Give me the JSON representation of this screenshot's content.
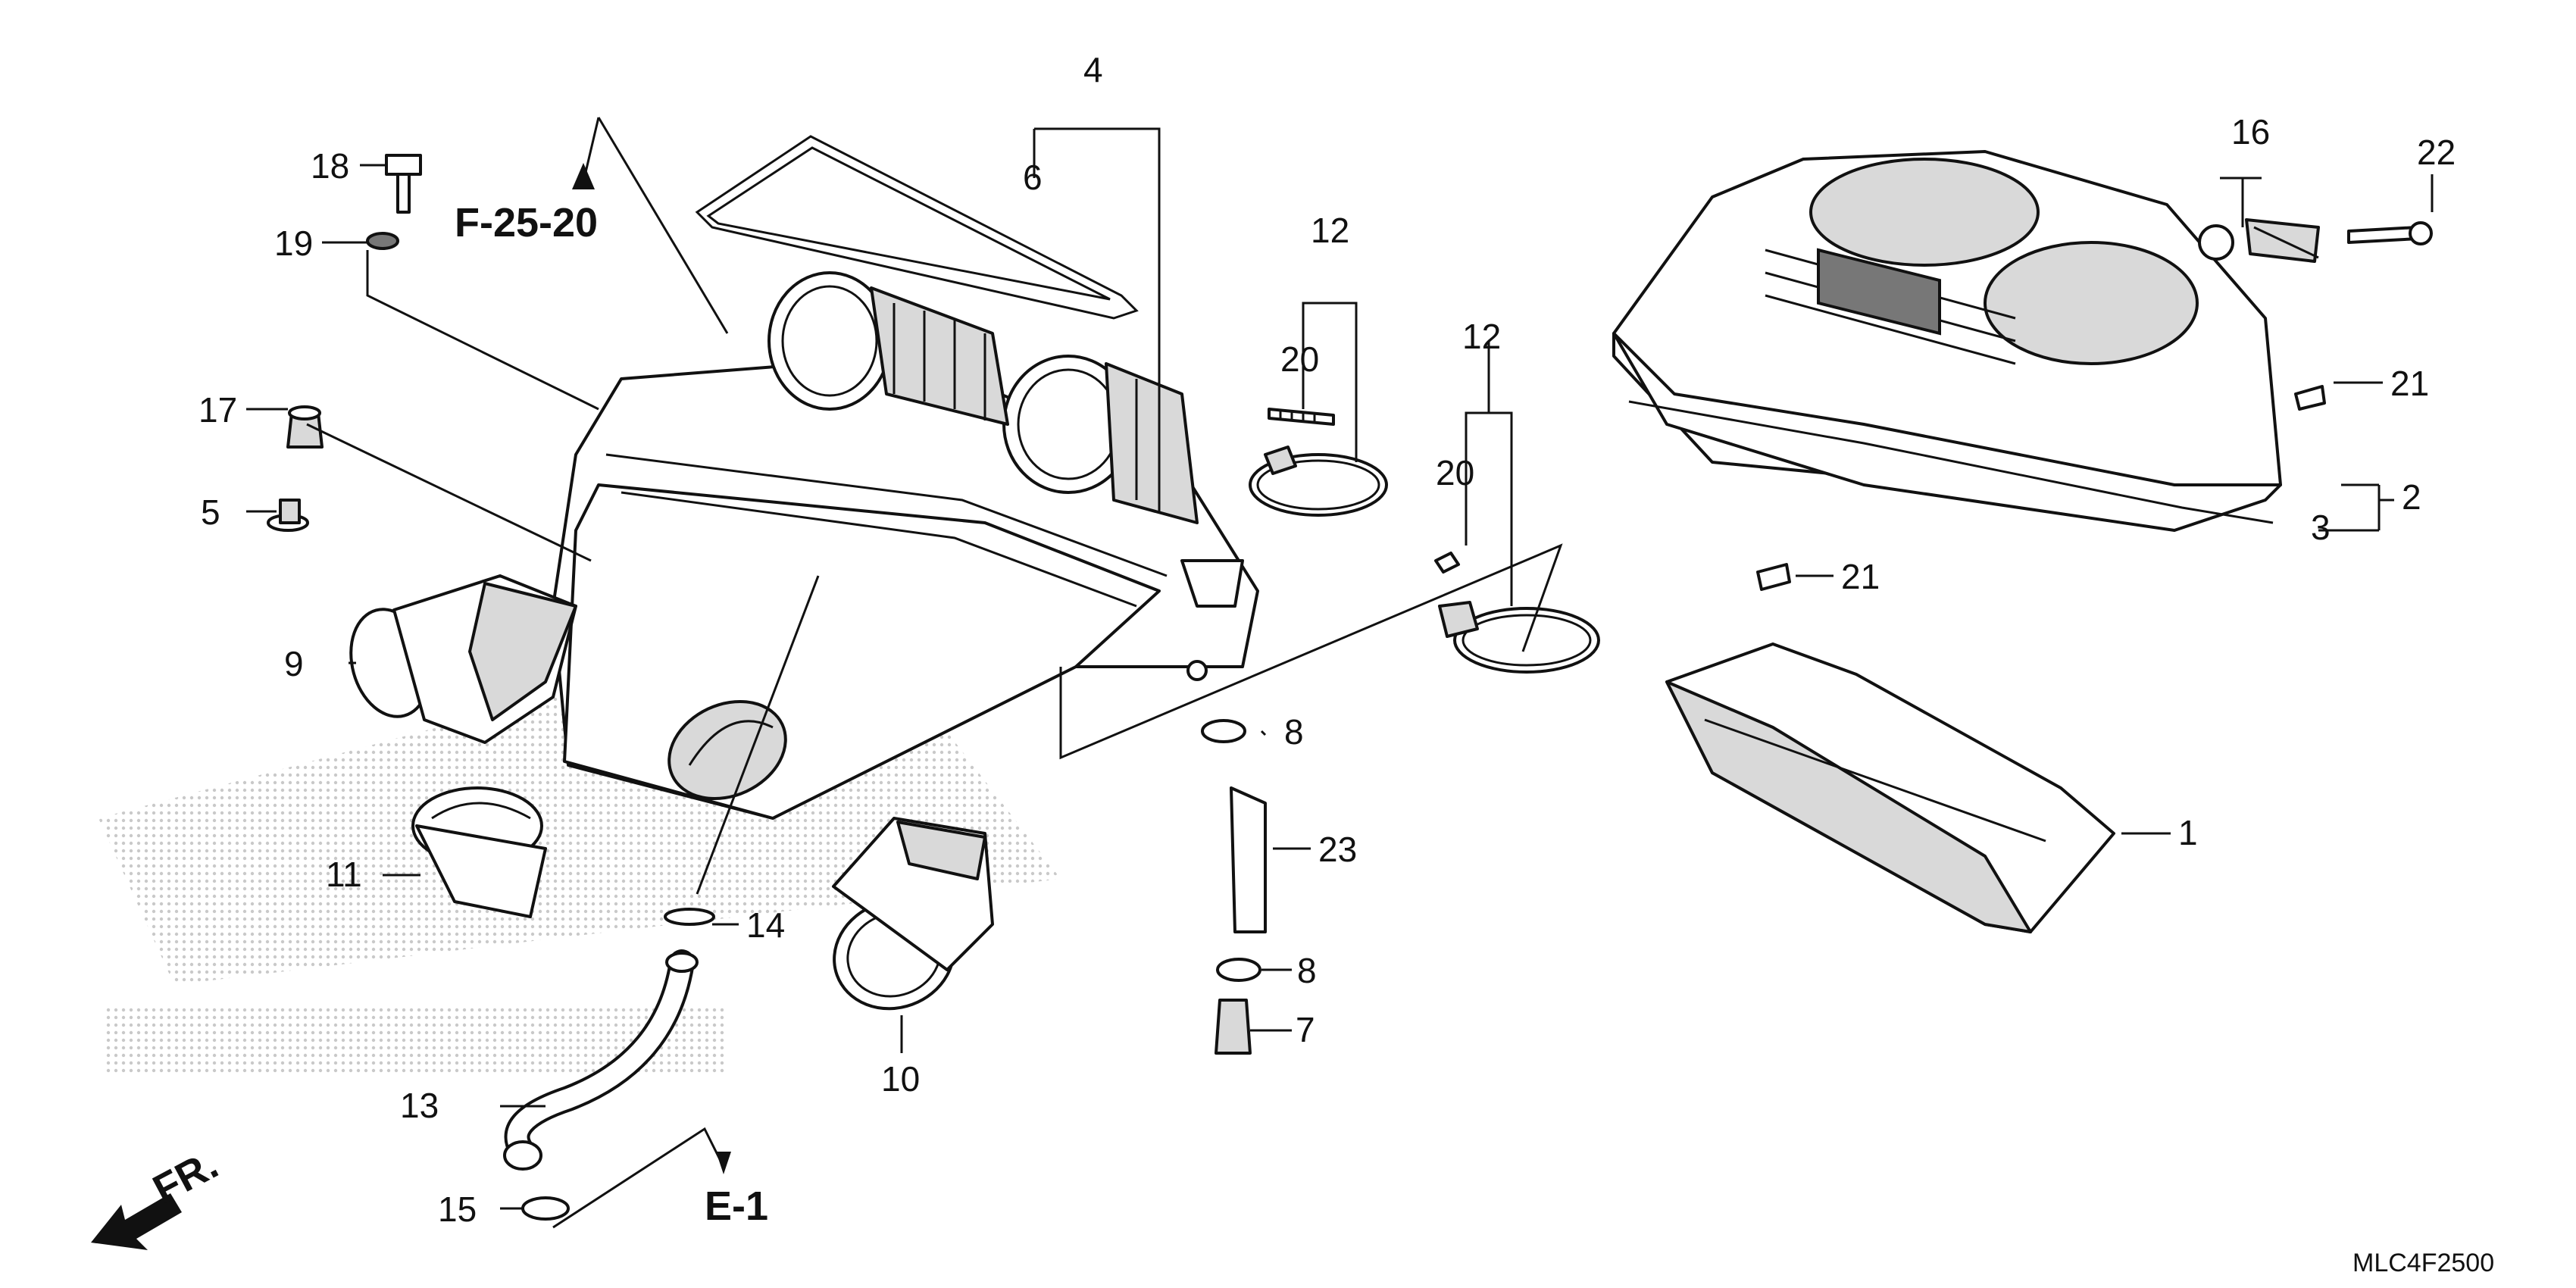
{
  "diagram": {
    "callouts": [
      "1",
      "2",
      "3",
      "4",
      "5",
      "6",
      "7",
      "8",
      "8",
      "9",
      "10",
      "11",
      "12",
      "12",
      "13",
      "14",
      "15",
      "16",
      "17",
      "18",
      "19",
      "20",
      "20",
      "21",
      "21",
      "22",
      "23"
    ],
    "references": [
      "F-25-20",
      "E-1"
    ],
    "direction_label": "FR.",
    "drawing_code": "MLC4F2500"
  },
  "icons": [
    "front-direction-arrow-icon"
  ]
}
